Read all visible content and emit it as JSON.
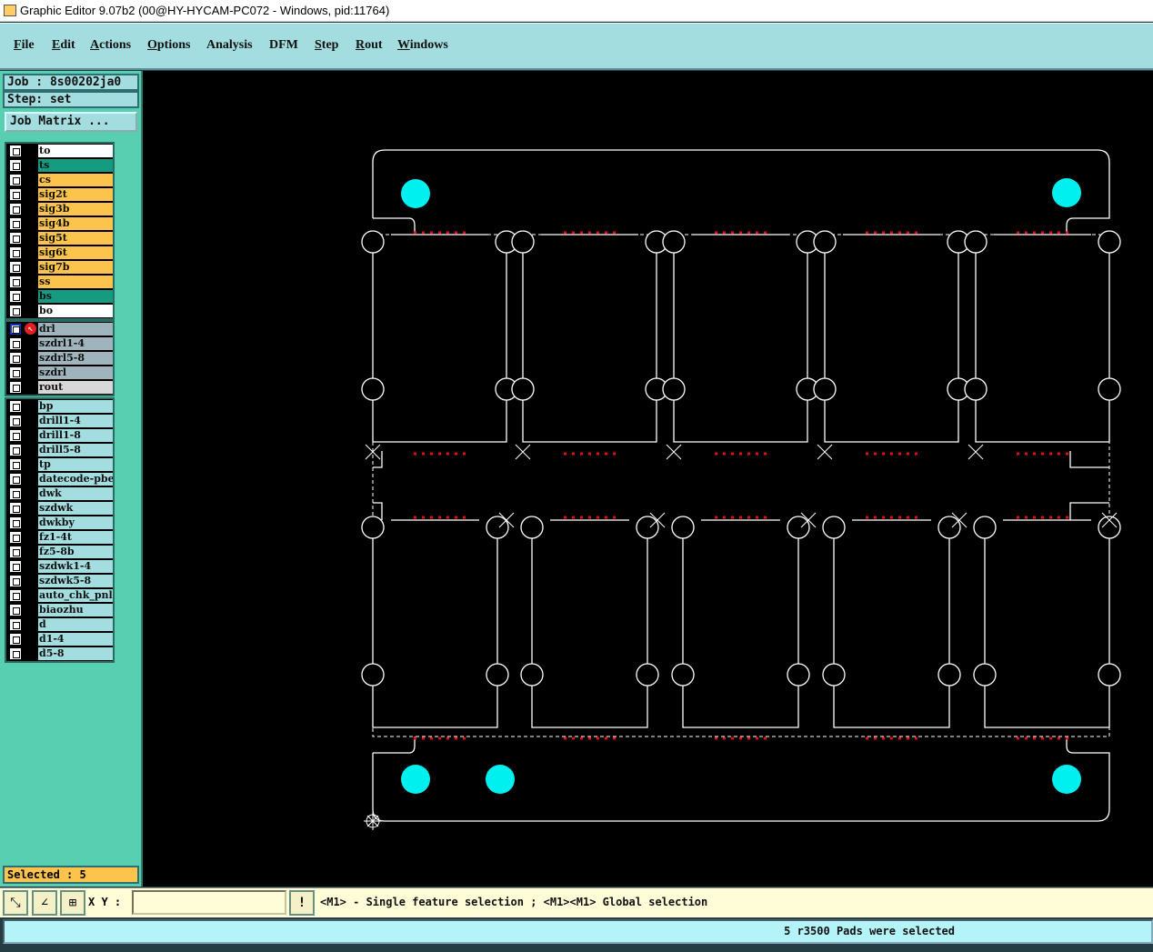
{
  "window": {
    "title": "Graphic Editor 9.07b2 (00@HY-HYCAM-PC072 - Windows, pid:11764)"
  },
  "menu": [
    "File",
    "Edit",
    "Actions",
    "Options",
    "Analysis",
    "DFM",
    "Step",
    "Rout",
    "Windows"
  ],
  "job": {
    "label": "Job : 8s00202ja0",
    "step": "Step: set",
    "matrix_button": "Job Matrix ..."
  },
  "layers_board": [
    {
      "name": "to",
      "color": "#ffffff"
    },
    {
      "name": "ts",
      "color": "#159c80"
    },
    {
      "name": "cs",
      "color": "#fcc44c"
    },
    {
      "name": "sig2t",
      "color": "#fcc44c"
    },
    {
      "name": "sig3b",
      "color": "#fcc44c"
    },
    {
      "name": "sig4b",
      "color": "#fcc44c"
    },
    {
      "name": "sig5t",
      "color": "#fcc44c"
    },
    {
      "name": "sig6t",
      "color": "#fcc44c"
    },
    {
      "name": "sig7b",
      "color": "#fcc44c"
    },
    {
      "name": "ss",
      "color": "#fcc44c"
    },
    {
      "name": "bs",
      "color": "#159c80"
    },
    {
      "name": "bo",
      "color": "#ffffff"
    }
  ],
  "layers_drill": [
    {
      "name": "drl",
      "color": "#9fb4bc"
    },
    {
      "name": "szdrl1-4",
      "color": "#9fb4bc"
    },
    {
      "name": "szdrl5-8",
      "color": "#9fb4bc"
    },
    {
      "name": "szdrl",
      "color": "#9fb4bc"
    },
    {
      "name": "rout",
      "color": "#d8d8d8"
    }
  ],
  "layers_misc": [
    {
      "name": "bp"
    },
    {
      "name": "drill1-4"
    },
    {
      "name": "drill1-8"
    },
    {
      "name": "drill5-8"
    },
    {
      "name": "tp"
    },
    {
      "name": "datecode-pbe"
    },
    {
      "name": "dwk"
    },
    {
      "name": "szdwk"
    },
    {
      "name": "dwkby"
    },
    {
      "name": "fz1-4t"
    },
    {
      "name": "fz5-8b"
    },
    {
      "name": "szdwk1-4"
    },
    {
      "name": "szdwk5-8"
    },
    {
      "name": "auto_chk_pnl"
    },
    {
      "name": "biaozhu"
    },
    {
      "name": "d"
    },
    {
      "name": "d1-4"
    },
    {
      "name": "d5-8"
    }
  ],
  "misc_color": "#a3dde0",
  "selected": "Selected : 5",
  "toolbar": {
    "xy_label": "X Y :",
    "xy_value": "",
    "hint": "<M1> - Single feature selection ; <M1><M1> Global selection"
  },
  "status": "5 r3500 Pads were selected",
  "colors": {
    "pad": "#00f0f0",
    "smd": "#e01010",
    "outline": "#ffffff"
  }
}
